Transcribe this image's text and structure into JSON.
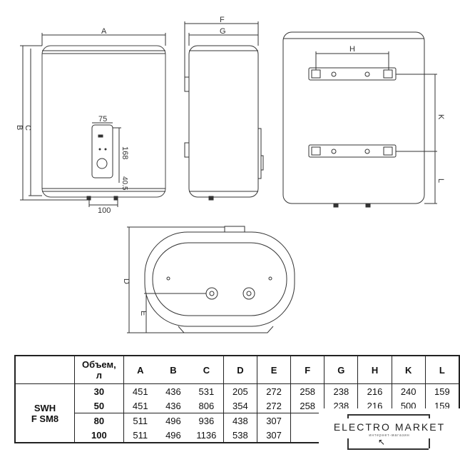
{
  "drawing": {
    "dims": {
      "A": "A",
      "B": "B",
      "C": "C",
      "F": "F",
      "G": "G",
      "H": "H",
      "K": "K",
      "L": "L",
      "D": "D",
      "E": "E"
    },
    "panel_width": "75",
    "panel_height": "168",
    "panel_offset": "40.5",
    "pipe_spacing": "100"
  },
  "table": {
    "model": [
      "SWH",
      "F SM8"
    ],
    "volume_header": [
      "Объем,",
      "л"
    ],
    "columns": [
      "A",
      "B",
      "C",
      "D",
      "E",
      "F",
      "G",
      "H",
      "K",
      "L"
    ],
    "rows": [
      {
        "volume": "30",
        "values": [
          "451",
          "436",
          "531",
          "205",
          "272",
          "258",
          "238",
          "216",
          "240",
          "159"
        ]
      },
      {
        "volume": "50",
        "values": [
          "451",
          "436",
          "806",
          "354",
          "272",
          "258",
          "238",
          "216",
          "500",
          "159"
        ]
      },
      {
        "volume": "80",
        "values": [
          "511",
          "496",
          "936",
          "438",
          "307",
          "",
          "",
          "",
          "",
          ""
        ]
      },
      {
        "volume": "100",
        "values": [
          "511",
          "496",
          "1136",
          "538",
          "307",
          "",
          "",
          "",
          "",
          ""
        ]
      }
    ]
  },
  "watermark": {
    "name": "ELECTRO MARKET",
    "subtitle": "интернет-магазин"
  }
}
